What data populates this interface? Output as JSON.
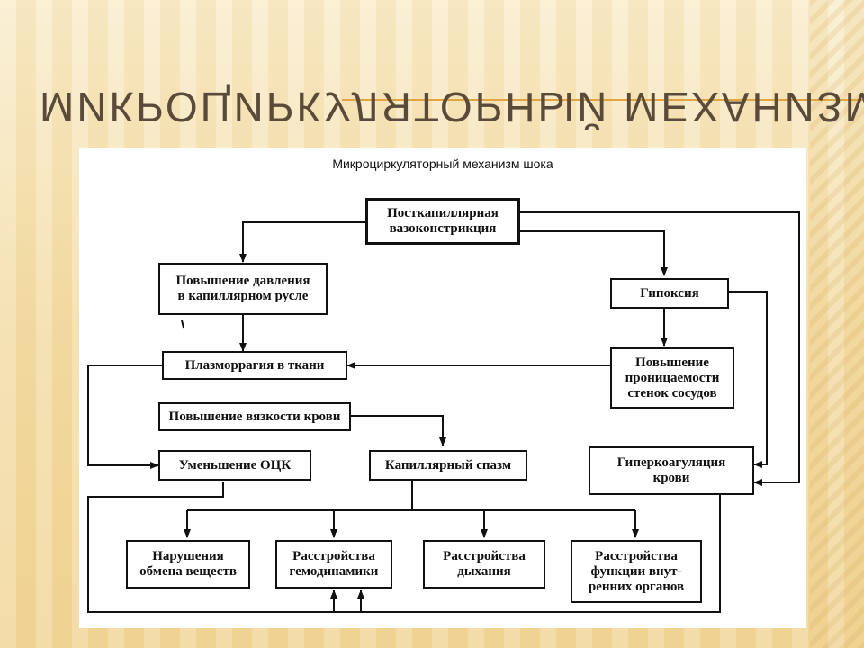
{
  "slide": {
    "title": "МИКРОЦИРКУЛЯТОРНЫЙ МЕХАНИЗМ"
  },
  "figure": {
    "title": "Микроциркуляторный механизм шока",
    "nodes": {
      "postcap": "Посткапиллярная\nвазоконстрикция",
      "pressure": "Повышение давления\nв капиллярном русле",
      "hypoxia": "Гипоксия",
      "plasmo": "Плазморрагия в ткани",
      "permeability": "Повышение\nпроницаемости\nстенок сосудов",
      "viscosity": "Повышение вязкости крови",
      "otsk": "Уменьшение ОЦК",
      "spasm": "Капиллярный спазм",
      "hypercoag": "Гиперкоагуляция\nкрови",
      "metabolism": "Нарушения\nобмена веществ",
      "hemodynamics": "Расстройства\nгемодинамики",
      "breathing": "Расстройства\nдыхания",
      "organs": "Расстройства\nфункции внут-\nренних органов"
    }
  },
  "colors": {
    "accent_line": "#e2a341",
    "title_text": "#5a4a3a",
    "diagram_ink": "#111111"
  }
}
